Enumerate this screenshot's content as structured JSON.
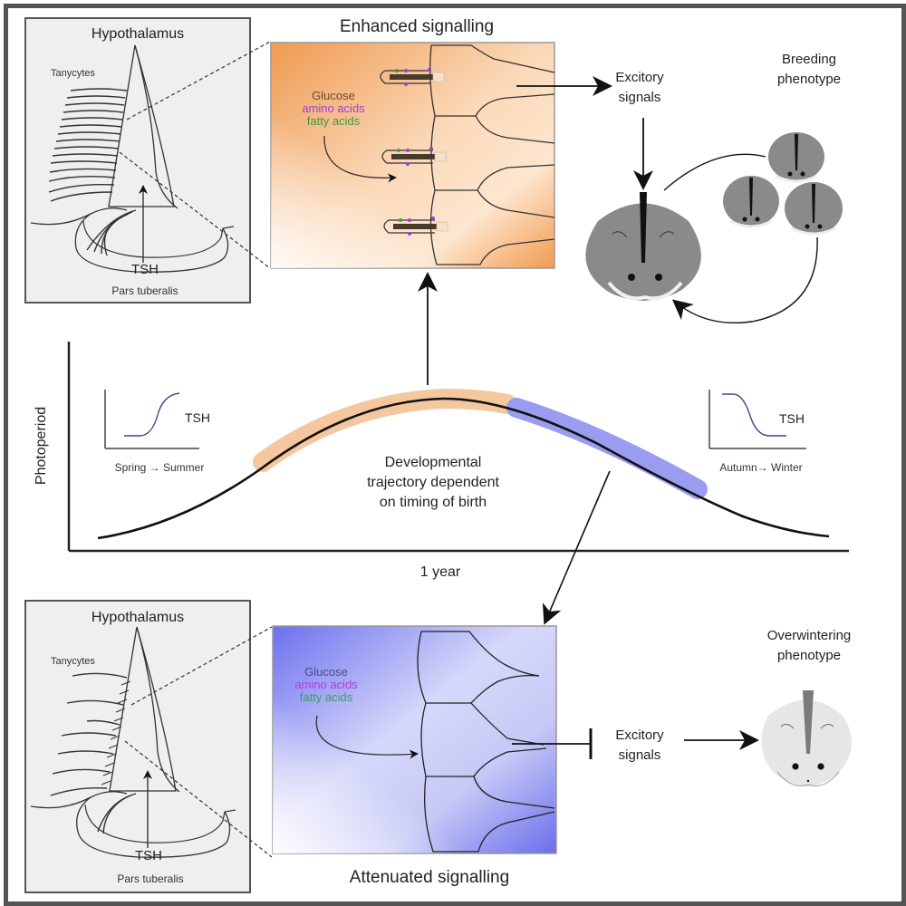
{
  "top_panel": {
    "hypothalamus_label": "Hypothalamus",
    "tanycytes_label": "Tanycytes",
    "tsh_label": "TSH",
    "pars_tuberalis_label": "Pars tuberalis",
    "signalling_title": "Enhanced signalling",
    "nutrients": [
      "Glucose",
      "amino acids",
      "fatty acids"
    ],
    "signals_label_line1": "Excitory",
    "signals_label_line2": "signals",
    "phenotype_line1": "Breeding",
    "phenotype_line2": "phenotype"
  },
  "middle_panel": {
    "y_axis_label": "Photoperiod",
    "x_axis_label": "1 year",
    "center_text": [
      "Developmental",
      "trajectory dependent",
      "on timing of birth"
    ],
    "left_inset": {
      "curve_label": "TSH",
      "season_label": "Spring → Summer",
      "trend": "rising"
    },
    "right_inset": {
      "curve_label": "TSH",
      "season_label": "Autumn→ Winter",
      "trend": "falling"
    }
  },
  "bottom_panel": {
    "hypothalamus_label": "Hypothalamus",
    "tanycytes_label": "Tanycytes",
    "tsh_label": "TSH",
    "pars_tuberalis_label": "Pars tuberalis",
    "signalling_title": "Attenuated signalling",
    "nutrients": [
      "Glucose",
      "amino acids",
      "fatty acids"
    ],
    "signals_label_line1": "Excitory",
    "signals_label_line2": "signals",
    "phenotype_line1": "Overwintering",
    "phenotype_line2": "phenotype"
  },
  "colors": {
    "frame": "#555555",
    "orange_highlight": "#f5c79e",
    "orange_panel": "#f0a060",
    "blue_highlight": "#9a9cf0",
    "blue_panel": "#6f73ec",
    "glucose_text": "#6b4a2a",
    "amino_acids_text": "#9b3fd6",
    "fatty_acids_text": "#3f9a4a",
    "hamster_breeding": "#8a8a8a",
    "hamster_overwintering": "#e6e6e6",
    "tsh_curve": "#3a4a8a"
  }
}
